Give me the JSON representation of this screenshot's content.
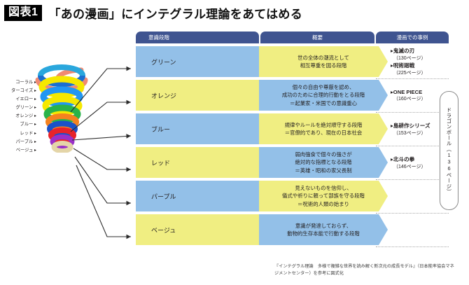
{
  "title": {
    "badge": "図表1",
    "text": "「あの漫画」にインテグラル理論をあてはめる"
  },
  "headers": {
    "stage": "意識段階",
    "summary": "概要",
    "example": "漫画での事例"
  },
  "colors": {
    "header_bar": "#3f5490",
    "blue": "#93c0e8",
    "yellow": "#f0ee82",
    "badge_bg": "#000000",
    "spiral": [
      "#f08a72",
      "#5bc8c8",
      "#f5e800",
      "#29b34a",
      "#f5821f",
      "#1b52c8",
      "#e8232a",
      "#9b30c8",
      "#e4d5a8"
    ]
  },
  "legend": [
    {
      "label": "コーラル"
    },
    {
      "label": "ターコイズ"
    },
    {
      "label": "イエロー"
    },
    {
      "label": "グリーン"
    },
    {
      "label": "オレンジ"
    },
    {
      "label": "ブルー"
    },
    {
      "label": "レッド"
    },
    {
      "label": "パープル"
    },
    {
      "label": "ベージュ"
    }
  ],
  "rows": [
    {
      "stage": "グリーン",
      "stage_color": "blue",
      "desc_color": "yellow",
      "desc_line1": "世の全体の潮流として",
      "desc_line2": "相互尊重を図る段階",
      "desc_line3": "",
      "examples": [
        {
          "title": "▸鬼滅の刃",
          "page": "（130ページ）"
        },
        {
          "title": "▸呪術廻戦",
          "page": "（225ページ）"
        }
      ]
    },
    {
      "stage": "オレンジ",
      "stage_color": "yellow",
      "desc_color": "blue",
      "desc_line1": "個々の自由や尊厳を認め、",
      "desc_line2": "成功のために合理的行動をとる段階",
      "desc_line3": "＝起業家・米国での意識重心",
      "examples": [
        {
          "title": "▸ONE PIECE",
          "page": "（160ページ）"
        }
      ]
    },
    {
      "stage": "ブルー",
      "stage_color": "blue",
      "desc_color": "yellow",
      "desc_line1": "規律やルールを絶対順守する段階",
      "desc_line2": "＝官僚的であり、現在の日本社会",
      "desc_line3": "",
      "examples": [
        {
          "title": "▸島耕作シリーズ",
          "page": "（153ページ）"
        }
      ]
    },
    {
      "stage": "レッド",
      "stage_color": "yellow",
      "desc_color": "blue",
      "desc_line1": "弱肉強食で個々の強さが",
      "desc_line2": "絶対的な指標となる段階",
      "desc_line3": "＝英雄・昭和の家父長制",
      "examples": [
        {
          "title": "▸北斗の拳",
          "page": "（146ページ）"
        }
      ]
    },
    {
      "stage": "パープル",
      "stage_color": "blue",
      "desc_color": "yellow",
      "desc_line1": "見えないものを信仰し、",
      "desc_line2": "儀式や祈りに頼って部族を守る段階",
      "desc_line3": "＝呪術的人類の始まり",
      "examples": []
    },
    {
      "stage": "ベージュ",
      "stage_color": "yellow",
      "desc_color": "blue",
      "desc_line1": "意識が発達しておらず、",
      "desc_line2": "動物的生存本能で行動する段階",
      "desc_line3": "",
      "examples": []
    }
  ],
  "dragonball": {
    "label": "ドラゴンボール（136ページ）"
  },
  "source": {
    "text": "『インテグラル理論　多様で複雑な世界を読み解く新次元の成長モデル』（日本能率協会マネジメントセンター）を参考に図式化"
  }
}
